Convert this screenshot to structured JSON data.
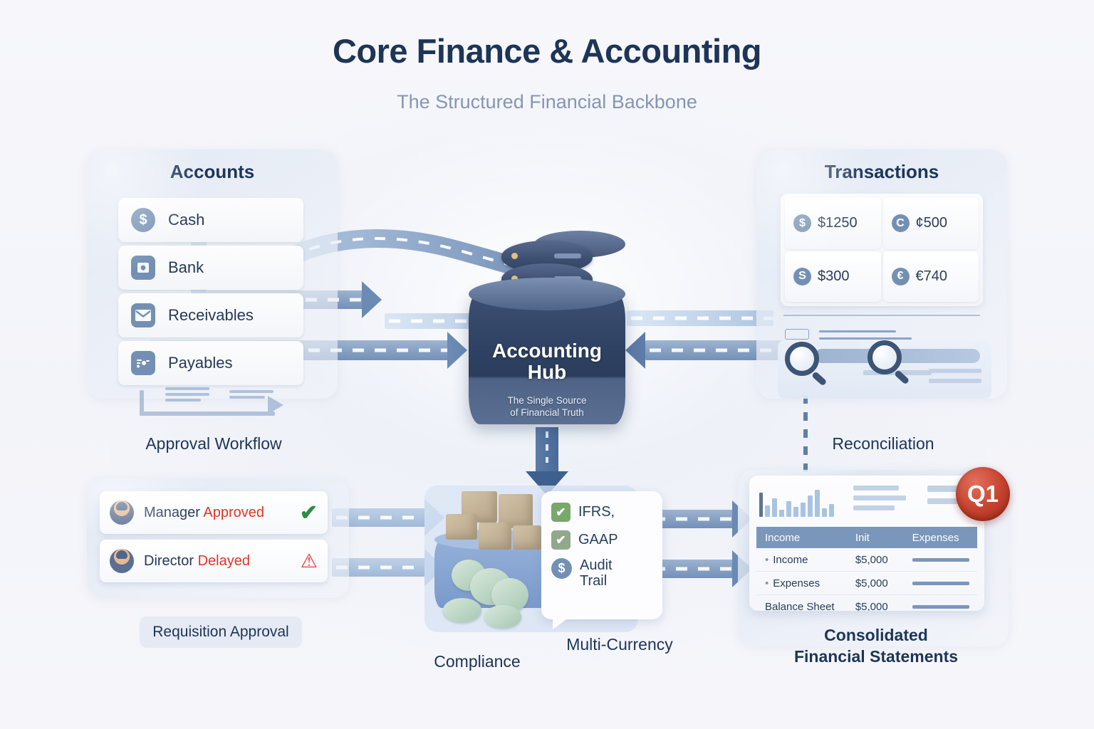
{
  "header": {
    "title": "Core Finance & Accounting",
    "subtitle": "The Structured Financial Backbone"
  },
  "accounts_panel": {
    "title": "Accounts",
    "items": [
      {
        "label": "Cash",
        "icon": "dollar-circle-icon",
        "glyph": "$"
      },
      {
        "label": "Bank",
        "icon": "safe-lock-icon",
        "glyph": "@"
      },
      {
        "label": "Receivables",
        "icon": "envelope-icon",
        "glyph": "✉"
      },
      {
        "label": "Payables",
        "icon": "payment-card-icon",
        "glyph": "▤"
      }
    ]
  },
  "transactions_panel": {
    "title": "Transactions",
    "tiles": [
      {
        "glyph": "$",
        "amount": "$1250",
        "icon": "dollar-coin-icon"
      },
      {
        "glyph": "C",
        "amount": "¢500",
        "icon": "cent-coin-icon"
      },
      {
        "glyph": "S",
        "amount": "$300",
        "icon": "dollar-coin-icon"
      },
      {
        "glyph": "€",
        "amount": "€740",
        "icon": "euro-coin-icon"
      }
    ]
  },
  "hub": {
    "title_line1": "Accounting",
    "title_line2": "Hub",
    "subtitle_line1": "The Single Source",
    "subtitle_line2": "of Financial Truth"
  },
  "approval": {
    "section_label": "Approval Workflow",
    "chip_label": "Requisition Approval",
    "rows": [
      {
        "role": "Manager",
        "status": "Approved",
        "mark": "✔",
        "mark_type": "ok"
      },
      {
        "role": "Director",
        "status": "Delayed",
        "mark": "⚠",
        "mark_type": "warn"
      }
    ]
  },
  "compliance": {
    "label": "Compliance",
    "multicurrency_label": "Multi-Currency",
    "bubble_items": [
      {
        "glyph": "✔",
        "label": "IFRS,",
        "kind": "check"
      },
      {
        "glyph": "✔",
        "label": "GAAP",
        "kind": "check-dim"
      },
      {
        "glyph": "$",
        "label": "Audit\nTrail",
        "kind": "dollar"
      }
    ]
  },
  "reconciliation": {
    "label": "Reconciliation"
  },
  "statements": {
    "label_line1": "Consolidated",
    "label_line2": "Financial Statements",
    "badge": "Q1",
    "columns": [
      "Income",
      "Init",
      "Expenses"
    ],
    "rows": [
      {
        "name": "Income",
        "value": "$5,000"
      },
      {
        "name": "Expenses",
        "value": "$5,000"
      },
      {
        "name": "Balance Sheet",
        "value": "$5,000"
      }
    ]
  },
  "chart_data": {
    "type": "bar",
    "title": "",
    "categories": [
      "1",
      "2",
      "3",
      "4",
      "5",
      "6",
      "7",
      "8",
      "9",
      "10",
      "11"
    ],
    "values": [
      34,
      16,
      26,
      10,
      22,
      14,
      20,
      30,
      38,
      12,
      18
    ],
    "ylim": [
      0,
      46
    ],
    "xlabel": "",
    "ylabel": ""
  },
  "colors": {
    "title": "#1d3557",
    "subtitle": "#8496b5",
    "accent_blue": "#5d7ca8",
    "hub_dark": "#2e4162",
    "status_red": "#e03427",
    "check_green": "#2f8b46",
    "badge_red": "#c6432f",
    "background": "#f6f6fa"
  }
}
